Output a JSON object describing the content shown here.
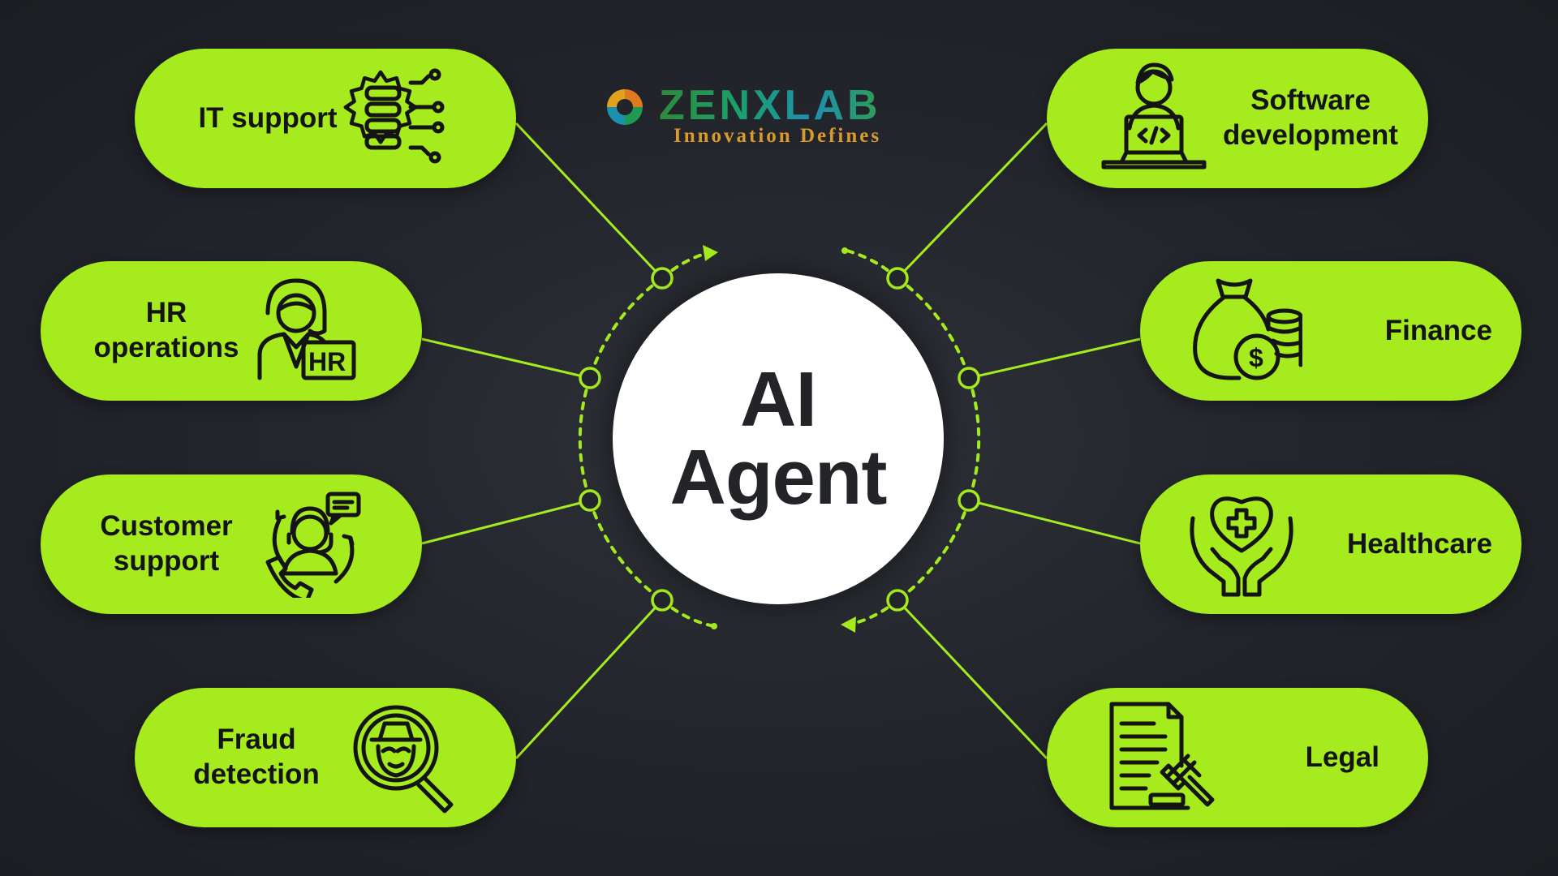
{
  "logo": {
    "name": "ZENXLAB",
    "tagline": "Innovation Defines"
  },
  "center": {
    "label": "AI\nAgent"
  },
  "nodes": [
    {
      "label": "IT support",
      "icon": "server-gear-icon"
    },
    {
      "label": "HR\noperations",
      "icon": "hr-person-icon"
    },
    {
      "label": "Customer\nsupport",
      "icon": "customer-support-icon"
    },
    {
      "label": "Fraud\ndetection",
      "icon": "spy-magnifier-icon"
    },
    {
      "label": "Software\ndevelopment",
      "icon": "developer-laptop-icon"
    },
    {
      "label": "Finance",
      "icon": "money-bag-icon"
    },
    {
      "label": "Healthcare",
      "icon": "heart-hands-icon"
    },
    {
      "label": "Legal",
      "icon": "document-gavel-icon"
    }
  ],
  "colors": {
    "background": "#23262c",
    "accent_green": "#a5eb1e",
    "center_fill": "#ffffff",
    "text_dark": "#141414",
    "logo_gold": "#d99a2a"
  }
}
